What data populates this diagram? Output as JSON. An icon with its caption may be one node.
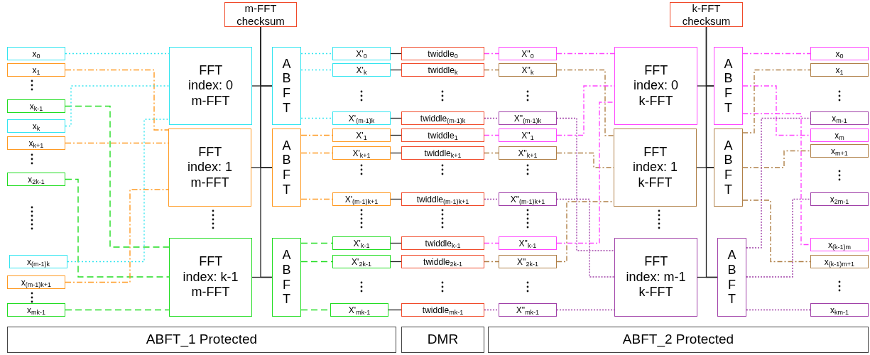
{
  "diagram": {
    "nodes": [
      {
        "text": [
          "x$_{0}$"
        ]
      },
      {
        "text": [
          "x$_{1}$"
        ]
      },
      {
        "text": [
          "x$_{k-1}$"
        ]
      },
      {
        "text": [
          "x$_{k}$"
        ]
      },
      {
        "text": [
          "x$_{k+1}$"
        ]
      },
      {
        "text": [
          "x$_{2k-1}$"
        ]
      },
      {
        "text": [
          "x$_{(m-1)k}$"
        ]
      },
      {
        "text": [
          "x$_{(m-1)k+1}$"
        ]
      },
      {
        "text": [
          "x$_{mk-1}$"
        ]
      },
      {
        "text": [
          "FFT index: 0 m-FFT"
        ]
      },
      {
        "text": [
          "FFT index: 1 m-FFT"
        ]
      },
      {
        "text": [
          "FFT index: k-1 m-FFT"
        ]
      },
      {
        "text": [
          "m-FFT checksum"
        ]
      },
      {
        "text": [
          "ABFT"
        ]
      },
      {
        "text": [
          "ABFT"
        ]
      },
      {
        "text": [
          "ABFT"
        ]
      },
      {
        "text": [
          "X'$_{0}$"
        ]
      },
      {
        "text": [
          "X'$_{k}$"
        ]
      },
      {
        "text": [
          "X'$_{(m-1)k}$"
        ]
      },
      {
        "text": [
          "X'$_{1}$"
        ]
      },
      {
        "text": [
          "X'$_{k+1}$"
        ]
      },
      {
        "text": [
          "X'$_{(m-1)k+1}$"
        ]
      },
      {
        "text": [
          "X'$_{k-1}$"
        ]
      },
      {
        "text": [
          "X'$_{2k-1}$"
        ]
      },
      {
        "text": [
          "X'$_{mk-1}$"
        ]
      },
      {
        "text": [
          "twiddle$_{0}$"
        ]
      },
      {
        "text": [
          "twiddle$_{k}$"
        ]
      },
      {
        "text": [
          "twiddle$_{(m-1)k}$"
        ]
      },
      {
        "text": [
          "twiddle$_{1}$"
        ]
      },
      {
        "text": [
          "twiddle$_{k+1}$"
        ]
      },
      {
        "text": [
          "twiddle$_{(m-1)k+1}$"
        ]
      },
      {
        "text": [
          "twiddle$_{k-1}$"
        ]
      },
      {
        "text": [
          "twiddle$_{2k-1}$"
        ]
      },
      {
        "text": [
          "twiddle$_{mk-1}$"
        ]
      },
      {
        "text": [
          "X\"$_{0}$"
        ]
      },
      {
        "text": [
          "X\"$_{k}$"
        ]
      },
      {
        "text": [
          "X\"$_{(m-1)k}$"
        ]
      },
      {
        "text": [
          "X\"$_{1}$"
        ]
      },
      {
        "text": [
          "X\"$_{k+1}$"
        ]
      },
      {
        "text": [
          "X\"$_{(m-1)k+1}$"
        ]
      },
      {
        "text": [
          "X\"$_{k-1}$"
        ]
      },
      {
        "text": [
          "X\"$_{2k-1}$"
        ]
      },
      {
        "text": [
          "X\"$_{mk-1}$"
        ]
      },
      {
        "text": [
          "k-FFT checksum"
        ]
      },
      {
        "text": [
          "FFT index: 0 k-FFT"
        ]
      },
      {
        "text": [
          "FFT index: 1 k-FFT"
        ]
      },
      {
        "text": [
          "FFT index: m-1 k-FFT"
        ]
      },
      {
        "text": [
          "ABFT"
        ]
      },
      {
        "text": [
          "ABFT"
        ]
      },
      {
        "text": [
          "ABFT"
        ]
      },
      {
        "text": [
          "x$_{0}$"
        ]
      },
      {
        "text": [
          "x$_{1}$"
        ]
      },
      {
        "text": [
          "x$_{m-1}$"
        ]
      },
      {
        "text": [
          "x$_{m}$"
        ]
      },
      {
        "text": [
          "x$_{m+1}$"
        ]
      },
      {
        "text": [
          "x$_{2m-1}$"
        ]
      },
      {
        "text": [
          "x$_{(k-1)m}$"
        ]
      },
      {
        "text": [
          "x$_{(k-1)m+1}$"
        ]
      },
      {
        "text": [
          "x$_{km-1}$"
        ]
      },
      {
        "text": [
          "ABFT_1 Protected"
        ]
      },
      {
        "text": [
          "DMR"
        ]
      },
      {
        "text": [
          "ABFT_2 Protected"
        ]
      }
    ],
    "edges": [
      {
        "from": 0,
        "to": 9,
        "arrow": "none",
        "style": "dashed",
        "color": "#33e5f0"
      },
      {
        "from": 1,
        "to": 10,
        "arrow": "none",
        "style": "dashed",
        "color": "#ff9a22"
      },
      {
        "from": 2,
        "to": 11,
        "arrow": "none",
        "style": "dashed",
        "color": "#22dd22"
      },
      {
        "from": 3,
        "to": 9,
        "arrow": "none",
        "style": "dashed",
        "color": "#33e5f0"
      },
      {
        "from": 4,
        "to": 10,
        "arrow": "none",
        "style": "dashed",
        "color": "#ff9a22"
      },
      {
        "from": 5,
        "to": 11,
        "arrow": "none",
        "style": "dashed",
        "color": "#22dd22"
      },
      {
        "from": 6,
        "to": 9,
        "arrow": "none",
        "style": "dashed",
        "color": "#33e5f0"
      },
      {
        "from": 7,
        "to": 10,
        "arrow": "none",
        "style": "dashed",
        "color": "#ff9a22"
      },
      {
        "from": 8,
        "to": 11,
        "arrow": "none",
        "style": "dashed",
        "color": "#22dd22"
      },
      {
        "from": 12,
        "to": 13,
        "arrow": "none"
      },
      {
        "from": 12,
        "to": 14,
        "arrow": "none"
      },
      {
        "from": 12,
        "to": 15,
        "arrow": "none"
      },
      {
        "from": 9,
        "to": 13,
        "arrow": "none"
      },
      {
        "from": 10,
        "to": 14,
        "arrow": "none"
      },
      {
        "from": 11,
        "to": 15,
        "arrow": "none"
      },
      {
        "from": 13,
        "to": 16,
        "arrow": "none",
        "style": "dashed",
        "color": "#33e5f0"
      },
      {
        "from": 13,
        "to": 17,
        "arrow": "none",
        "style": "dashed",
        "color": "#33e5f0"
      },
      {
        "from": 13,
        "to": 18,
        "arrow": "none",
        "style": "dashed",
        "color": "#33e5f0"
      },
      {
        "from": 14,
        "to": 19,
        "arrow": "none",
        "style": "dashed",
        "color": "#ff9a22"
      },
      {
        "from": 14,
        "to": 20,
        "arrow": "none",
        "style": "dashed",
        "color": "#ff9a22"
      },
      {
        "from": 14,
        "to": 21,
        "arrow": "none",
        "style": "dashed",
        "color": "#ff9a22"
      },
      {
        "from": 15,
        "to": 22,
        "arrow": "none",
        "style": "dashed",
        "color": "#22dd22"
      },
      {
        "from": 15,
        "to": 23,
        "arrow": "none",
        "style": "dashed",
        "color": "#22dd22"
      },
      {
        "from": 15,
        "to": 24,
        "arrow": "none",
        "style": "dashed",
        "color": "#22dd22"
      },
      {
        "from": 16,
        "to": 25,
        "arrow": "none"
      },
      {
        "from": 17,
        "to": 26,
        "arrow": "none"
      },
      {
        "from": 18,
        "to": 27,
        "arrow": "none"
      },
      {
        "from": 19,
        "to": 28,
        "arrow": "none"
      },
      {
        "from": 20,
        "to": 29,
        "arrow": "none"
      },
      {
        "from": 21,
        "to": 30,
        "arrow": "none"
      },
      {
        "from": 22,
        "to": 31,
        "arrow": "none"
      },
      {
        "from": 23,
        "to": 32,
        "arrow": "none"
      },
      {
        "from": 24,
        "to": 33,
        "arrow": "none"
      },
      {
        "from": 25,
        "to": 34,
        "arrow": "none",
        "style": "dashed",
        "color": "#ff44ff"
      },
      {
        "from": 26,
        "to": 35,
        "arrow": "none",
        "style": "dashed",
        "color": "#b08048"
      },
      {
        "from": 27,
        "to": 36,
        "arrow": "none",
        "style": "dashed",
        "color": "#a040a8"
      },
      {
        "from": 28,
        "to": 37,
        "arrow": "none",
        "style": "dashed",
        "color": "#ff44ff"
      },
      {
        "from": 29,
        "to": 38,
        "arrow": "none",
        "style": "dashed",
        "color": "#b08048"
      },
      {
        "from": 30,
        "to": 39,
        "arrow": "none",
        "style": "dashed",
        "color": "#a040a8"
      },
      {
        "from": 31,
        "to": 40,
        "arrow": "none",
        "style": "dashed",
        "color": "#ff44ff"
      },
      {
        "from": 32,
        "to": 41,
        "arrow": "none",
        "style": "dashed",
        "color": "#b08048"
      },
      {
        "from": 33,
        "to": 42,
        "arrow": "none",
        "style": "dashed",
        "color": "#a040a8"
      },
      {
        "from": 34,
        "to": 44,
        "arrow": "none",
        "style": "dashed",
        "color": "#ff44ff"
      },
      {
        "from": 35,
        "to": 45,
        "arrow": "none",
        "style": "dashed",
        "color": "#b08048"
      },
      {
        "from": 36,
        "to": 46,
        "arrow": "none",
        "style": "dashed",
        "color": "#a040a8"
      },
      {
        "from": 37,
        "to": 44,
        "arrow": "none",
        "style": "dashed",
        "color": "#ff44ff"
      },
      {
        "from": 38,
        "to": 45,
        "arrow": "none",
        "style": "dashed",
        "color": "#b08048"
      },
      {
        "from": 39,
        "to": 46,
        "arrow": "none",
        "style": "dashed",
        "color": "#a040a8"
      },
      {
        "from": 40,
        "to": 44,
        "arrow": "none",
        "style": "dashed",
        "color": "#ff44ff"
      },
      {
        "from": 41,
        "to": 45,
        "arrow": "none",
        "style": "dashed",
        "color": "#b08048"
      },
      {
        "from": 42,
        "to": 46,
        "arrow": "none",
        "style": "dashed",
        "color": "#a040a8"
      },
      {
        "from": 43,
        "to": 47,
        "arrow": "none"
      },
      {
        "from": 43,
        "to": 48,
        "arrow": "none"
      },
      {
        "from": 43,
        "to": 49,
        "arrow": "none"
      },
      {
        "from": 44,
        "to": 47,
        "arrow": "none"
      },
      {
        "from": 45,
        "to": 48,
        "arrow": "none"
      },
      {
        "from": 46,
        "to": 49,
        "arrow": "none"
      },
      {
        "from": 47,
        "to": 50,
        "arrow": "none",
        "style": "dashed",
        "color": "#ff44ff"
      },
      {
        "from": 47,
        "to": 53,
        "arrow": "none",
        "style": "dashed",
        "color": "#ff44ff"
      },
      {
        "from": 47,
        "to": 56,
        "arrow": "none",
        "style": "dashed",
        "color": "#ff44ff"
      },
      {
        "from": 48,
        "to": 51,
        "arrow": "none",
        "style": "dashed",
        "color": "#b08048"
      },
      {
        "from": 48,
        "to": 54,
        "arrow": "none",
        "style": "dashed",
        "color": "#b08048"
      },
      {
        "from": 48,
        "to": 57,
        "arrow": "none",
        "style": "dashed",
        "color": "#b08048"
      },
      {
        "from": 49,
        "to": 52,
        "arrow": "none",
        "style": "dashed",
        "color": "#a040a8"
      },
      {
        "from": 49,
        "to": 55,
        "arrow": "none",
        "style": "dashed",
        "color": "#a040a8"
      },
      {
        "from": 49,
        "to": 58,
        "arrow": "none",
        "style": "dashed",
        "color": "#a040a8"
      }
    ]
  }
}
